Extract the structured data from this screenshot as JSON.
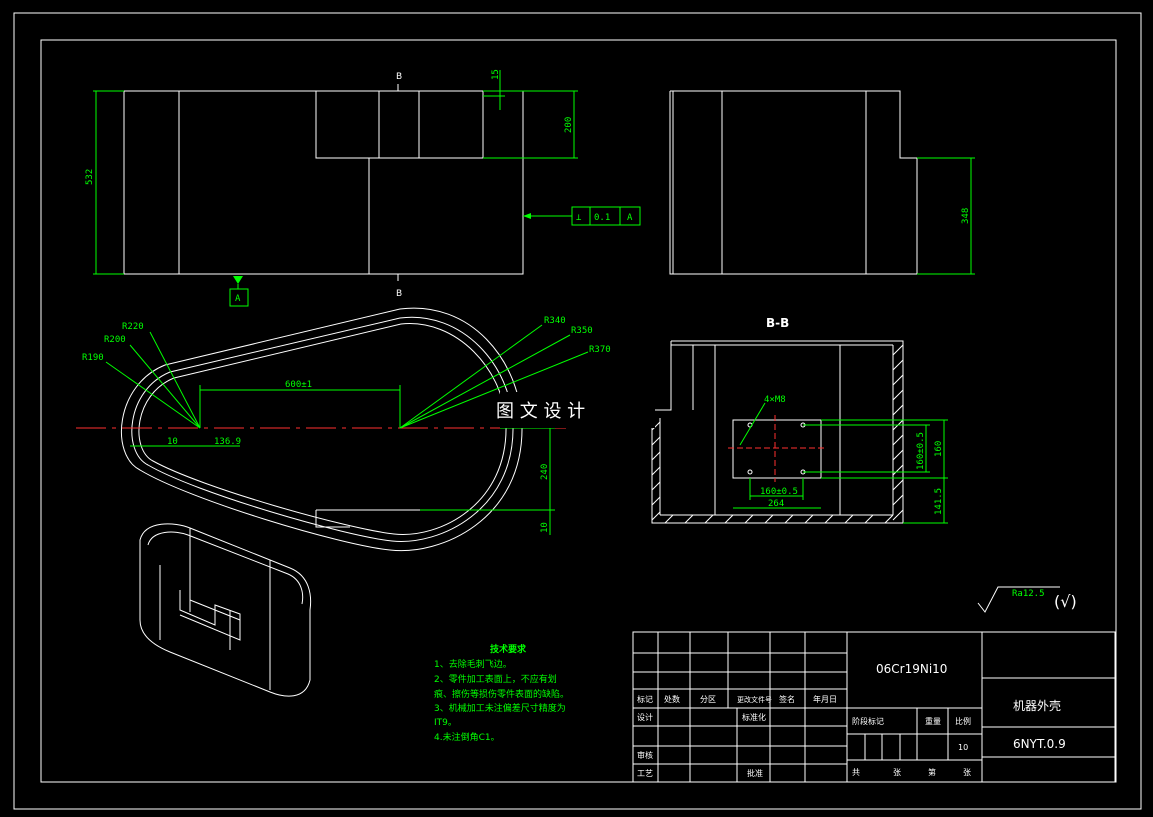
{
  "section_label": "B-B",
  "cut_marker": "B",
  "datum_label": "A",
  "watermark": "图 文 设 计",
  "dimensions": {
    "overall_height": "532",
    "top_offset": "15",
    "pocket_height": "200",
    "side_height": "348",
    "r220": "R220",
    "r200": "R200",
    "r190": "R190",
    "r340": "R340",
    "r350": "R350",
    "r370": "R370",
    "center_distance": "600±1",
    "wall_10": "10",
    "dim_136_9": "136.9",
    "dim_240": "240",
    "dim_10b": "10",
    "holes": "4×M8",
    "hole_v": "160±0.5",
    "hole_h": "160±0.5",
    "width_264": "264",
    "height_160": "160",
    "height_141_5": "141.5"
  },
  "tolerance_frame": {
    "symbol": "⊥",
    "value": "0.1",
    "datum": "A"
  },
  "roughness": {
    "value": "Ra12.5",
    "symbol": "(√)"
  },
  "tech_requirements": {
    "title": "技术要求",
    "lines": [
      "1、去除毛刺飞边。",
      "2、零件加工表面上，不应有划",
      "痕、擦伤等损伤零件表面的缺陷。",
      "3、机械加工未注偏差尺寸精度为",
      "IT9。",
      "4.未注倒角C1。"
    ]
  },
  "title_block": {
    "material": "06Cr19Ni10",
    "part_name": "机器外壳",
    "drawing_no": "6NYT.0.9",
    "row_labels": [
      "标记",
      "处数",
      "分区",
      "更改文件号",
      "签名",
      "年月日"
    ],
    "designer": "设计",
    "standardize": "标准化",
    "review": "审核",
    "process": "工艺",
    "approve": "批准",
    "stage_mark": "阶段标记",
    "weight": "重量",
    "scale": "比例",
    "scale_value": "10",
    "sheets_total": "共",
    "sheets_unit": "张",
    "sheet_no": "第",
    "sheet_unit2": "张"
  }
}
